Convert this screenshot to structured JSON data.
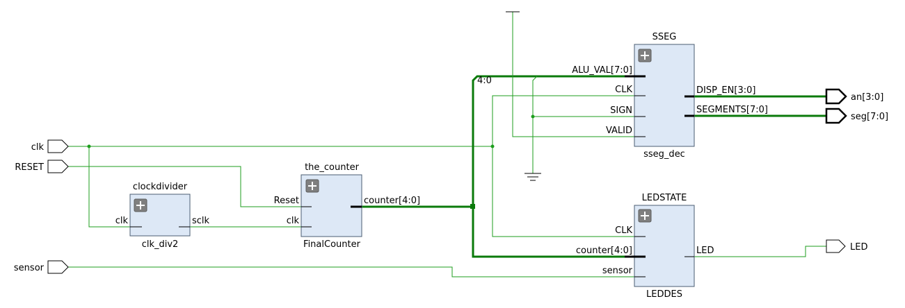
{
  "ports_in": {
    "clk": "clk",
    "reset": "RESET",
    "sensor": "sensor"
  },
  "ports_out": {
    "an": "an[3:0]",
    "seg": "seg[7:0]",
    "led": "LED"
  },
  "clockdivider": {
    "instance": "clockdivider",
    "module": "clk_div2",
    "pin_clk": "clk",
    "pin_sclk": "sclk"
  },
  "the_counter": {
    "instance": "the_counter",
    "module": "FinalCounter",
    "pin_reset": "Reset",
    "pin_clk": "clk",
    "pin_counter": "counter[4:0]"
  },
  "sseg": {
    "instance": "SSEG",
    "module": "sseg_dec",
    "pin_alu_val": "ALU_VAL[7:0]",
    "pin_clk": "CLK",
    "pin_sign": "SIGN",
    "pin_valid": "VALID",
    "pin_disp_en": "DISP_EN[3:0]",
    "pin_segments": "SEGMENTS[7:0]"
  },
  "ledstate": {
    "instance": "LEDSTATE",
    "module": "LEDDES",
    "pin_clk": "CLK",
    "pin_counter": "counter[4:0]",
    "pin_sensor": "sensor",
    "pin_led": "LED"
  },
  "bus_slice": "4:0",
  "colors": {
    "wire": "#1d9e1d",
    "bus": "#0a7a0a",
    "block_fill": "#dde8f6"
  }
}
